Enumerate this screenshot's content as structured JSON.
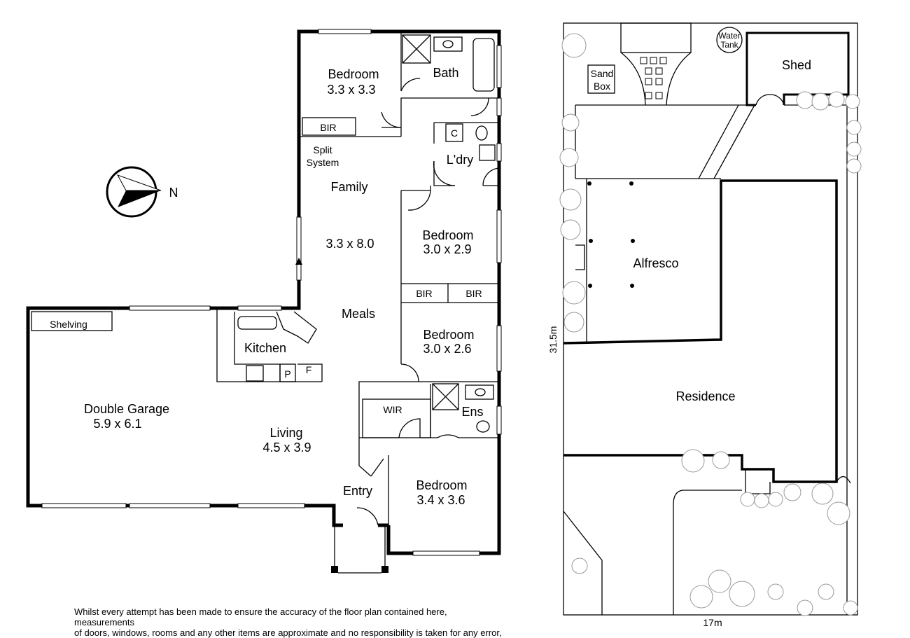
{
  "floor_plan": {
    "rooms": {
      "bedroom1": {
        "name": "Bedroom",
        "size": "3.3 x 3.3"
      },
      "bath": {
        "name": "Bath"
      },
      "bir1": "BIR",
      "split_system": [
        "Split",
        "System"
      ],
      "family": {
        "name": "Family",
        "size": "3.3 x 8.0"
      },
      "laundry": {
        "name": "L'dry",
        "cupboard": "C"
      },
      "bedroom2": {
        "name": "Bedroom",
        "size": "3.0 x 2.9"
      },
      "bir2": "BIR",
      "bir3": "BIR",
      "meals": {
        "name": "Meals"
      },
      "bedroom3": {
        "name": "Bedroom",
        "size": "3.0 x 2.6"
      },
      "kitchen": {
        "name": "Kitchen",
        "pantry": "P",
        "fridge": "F"
      },
      "shelving": "Shelving",
      "garage": {
        "name": "Double Garage",
        "size": "5.9 x 6.1"
      },
      "living": {
        "name": "Living",
        "size": "4.5 x 3.9"
      },
      "wir": "WIR",
      "ensuite": {
        "name": "Ens"
      },
      "entry": {
        "name": "Entry"
      },
      "bedroom4": {
        "name": "Bedroom",
        "size": "3.4 x 3.6"
      }
    },
    "compass": {
      "label": "N"
    }
  },
  "site_plan": {
    "water_tank": [
      "Water",
      "Tank"
    ],
    "sand_box": [
      "Sand",
      "Box"
    ],
    "shed": "Shed",
    "alfresco": "Alfresco",
    "residence": "Residence",
    "depth": "31.5m",
    "width": "17m"
  },
  "disclaimer": [
    "Whilst every attempt has been made to ensure the accuracy of the floor plan contained here, measurements",
    "of doors, windows, rooms and any other items are approximate and no responsibility is taken for any error,"
  ]
}
